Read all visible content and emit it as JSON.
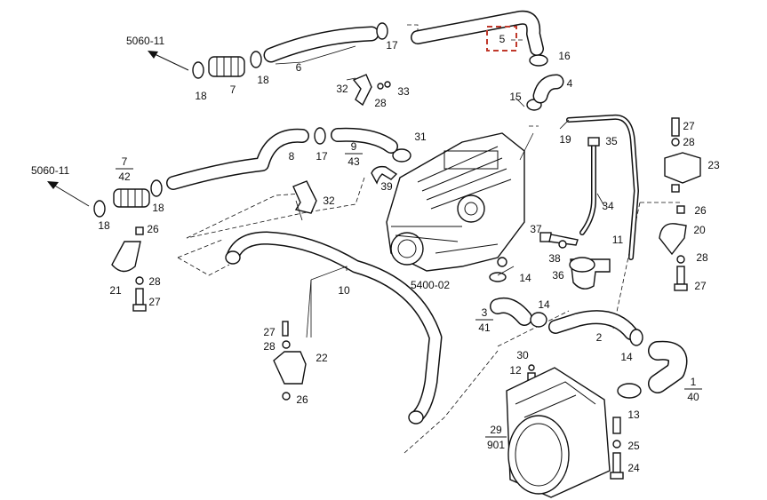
{
  "title": "",
  "highlight": {
    "label": "5",
    "color": "#c0392b"
  },
  "references": [
    {
      "id": "ref-top",
      "text": "5060-11"
    },
    {
      "id": "ref-mid",
      "text": "5060-11"
    },
    {
      "id": "ref-engine",
      "text": "5400-02"
    }
  ],
  "fractions": [
    {
      "id": "f-7-42",
      "num": "7",
      "den": "42"
    },
    {
      "id": "f-9-43",
      "num": "9",
      "den": "43"
    },
    {
      "id": "f-3-41",
      "num": "3",
      "den": "41"
    },
    {
      "id": "f-1-40",
      "num": "1",
      "den": "40"
    },
    {
      "id": "f-29-901",
      "num": "29",
      "den": "901"
    }
  ],
  "labels": [
    {
      "id": "l18a",
      "text": "18"
    },
    {
      "id": "l7",
      "text": "7"
    },
    {
      "id": "l18b",
      "text": "18"
    },
    {
      "id": "l6",
      "text": "6"
    },
    {
      "id": "l17a",
      "text": "17"
    },
    {
      "id": "l16",
      "text": "16"
    },
    {
      "id": "l4",
      "text": "4"
    },
    {
      "id": "l15",
      "text": "15"
    },
    {
      "id": "l32a",
      "text": "32"
    },
    {
      "id": "l33",
      "text": "33"
    },
    {
      "id": "l28a",
      "text": "28"
    },
    {
      "id": "l19",
      "text": "19"
    },
    {
      "id": "l35",
      "text": "35"
    },
    {
      "id": "l27a",
      "text": "27"
    },
    {
      "id": "l28b",
      "text": "28"
    },
    {
      "id": "l23",
      "text": "23"
    },
    {
      "id": "l8",
      "text": "8"
    },
    {
      "id": "l17b",
      "text": "17"
    },
    {
      "id": "l31",
      "text": "31"
    },
    {
      "id": "l39",
      "text": "39"
    },
    {
      "id": "l32b",
      "text": "32"
    },
    {
      "id": "l18c",
      "text": "18"
    },
    {
      "id": "l18d",
      "text": "18"
    },
    {
      "id": "l26a",
      "text": "26"
    },
    {
      "id": "l21",
      "text": "21"
    },
    {
      "id": "l28c",
      "text": "28"
    },
    {
      "id": "l27b",
      "text": "27"
    },
    {
      "id": "l34",
      "text": "34"
    },
    {
      "id": "l11",
      "text": "11"
    },
    {
      "id": "l37",
      "text": "37"
    },
    {
      "id": "l38",
      "text": "38"
    },
    {
      "id": "l36",
      "text": "36"
    },
    {
      "id": "l14a",
      "text": "14"
    },
    {
      "id": "l26b",
      "text": "26"
    },
    {
      "id": "l20",
      "text": "20"
    },
    {
      "id": "l28d",
      "text": "28"
    },
    {
      "id": "l27c",
      "text": "27"
    },
    {
      "id": "l10",
      "text": "10"
    },
    {
      "id": "l14b",
      "text": "14"
    },
    {
      "id": "l2",
      "text": "2"
    },
    {
      "id": "l14c",
      "text": "14"
    },
    {
      "id": "l27d",
      "text": "27"
    },
    {
      "id": "l28e",
      "text": "28"
    },
    {
      "id": "l22",
      "text": "22"
    },
    {
      "id": "l26c",
      "text": "26"
    },
    {
      "id": "l30",
      "text": "30"
    },
    {
      "id": "l12",
      "text": "12"
    },
    {
      "id": "l13",
      "text": "13"
    },
    {
      "id": "l25",
      "text": "25"
    },
    {
      "id": "l24",
      "text": "24"
    }
  ]
}
